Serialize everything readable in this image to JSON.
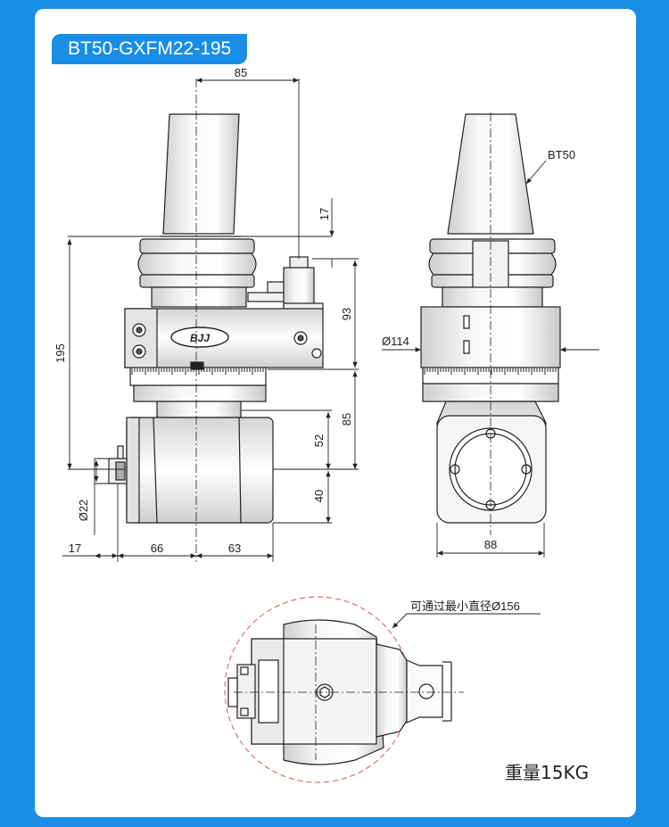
{
  "title": "BT50-GXFM22-195",
  "brand_logo": "BJJ",
  "dimensions": {
    "top_width": "85",
    "small_17": "17",
    "total_195": "195",
    "height_93": "93",
    "height_85": "85",
    "height_52": "52",
    "height_40": "40",
    "diameter_22": "Ø22",
    "left_17": "17",
    "width_66": "66",
    "width_63": "63",
    "diameter_114": "Ø114",
    "taper_label": "BT50",
    "width_88": "88",
    "min_pass_diameter": "可通过最小直径Ø156"
  },
  "weight": "重量15KG",
  "colors": {
    "accent": "#1a8ee6",
    "line": "#222222",
    "dash_circle": "#e05050"
  }
}
